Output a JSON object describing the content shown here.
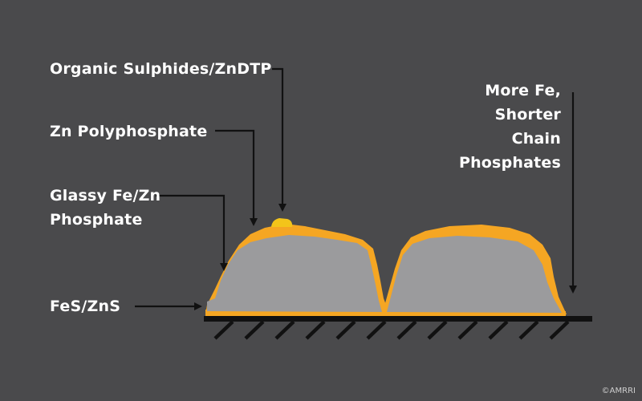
{
  "labels": {
    "organic_sulphides": "Organic Sulphides/ZnDTP",
    "zn_polyphosphate": "Zn Polyphosphate",
    "glassy_line1": "Glassy Fe/Zn",
    "glassy_line2": "Phosphate",
    "fes_zns": "FeS/ZnS",
    "more_fe_line1": "More Fe,",
    "more_fe_line2": "Shorter",
    "more_fe_line3": "Chain",
    "more_fe_line4": "Phosphates"
  },
  "copyright": "©AMRRI",
  "colors": {
    "background": "#4a4a4c",
    "film_outer": "#f5a623",
    "film_inner": "#9b9b9d",
    "zndtp_cap": "#f3c41a",
    "substrate": "#111111",
    "arrow": "#111111",
    "text": "#ffffff"
  }
}
